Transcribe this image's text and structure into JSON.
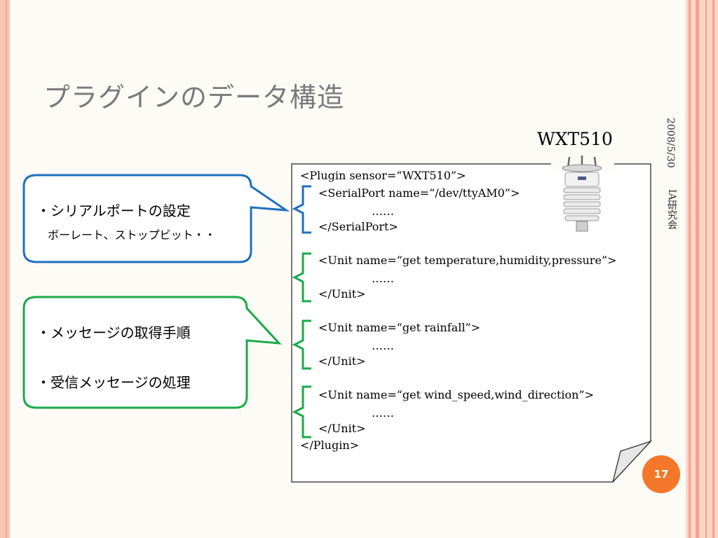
{
  "slide": {
    "title": "プラグインのデータ構造",
    "date": "2008/5/30",
    "organization": "IA研究会",
    "page_number": "17"
  },
  "document": {
    "label": "WXT510",
    "lines": [
      "<Plugin sensor=“WXT510”>",
      "<SerialPort name=“/dev/ttyAM0”>",
      "……",
      "</SerialPort>",
      "<Unit name=“get temperature,humidity,pressure”>",
      "……",
      "</Unit>",
      "<Unit name=“get rainfall”>",
      "……",
      "</Unit>",
      "<Unit name=“get wind_speed,wind_direction”>",
      "……",
      "</Unit>",
      "</Plugin>"
    ]
  },
  "callouts": {
    "serial": {
      "item": "・シリアルポートの設定",
      "sub": "ボーレート、ストップビット・・",
      "color": "#1f6fbf"
    },
    "units": {
      "item1": "・メッセージの取得手順",
      "item2": "・受信メッセージの処理",
      "color": "#1aaa4a"
    }
  },
  "colors": {
    "title_gray": "#7a7a7a",
    "page_badge": "#f4772a",
    "border_salmon": "#f4a28c"
  }
}
